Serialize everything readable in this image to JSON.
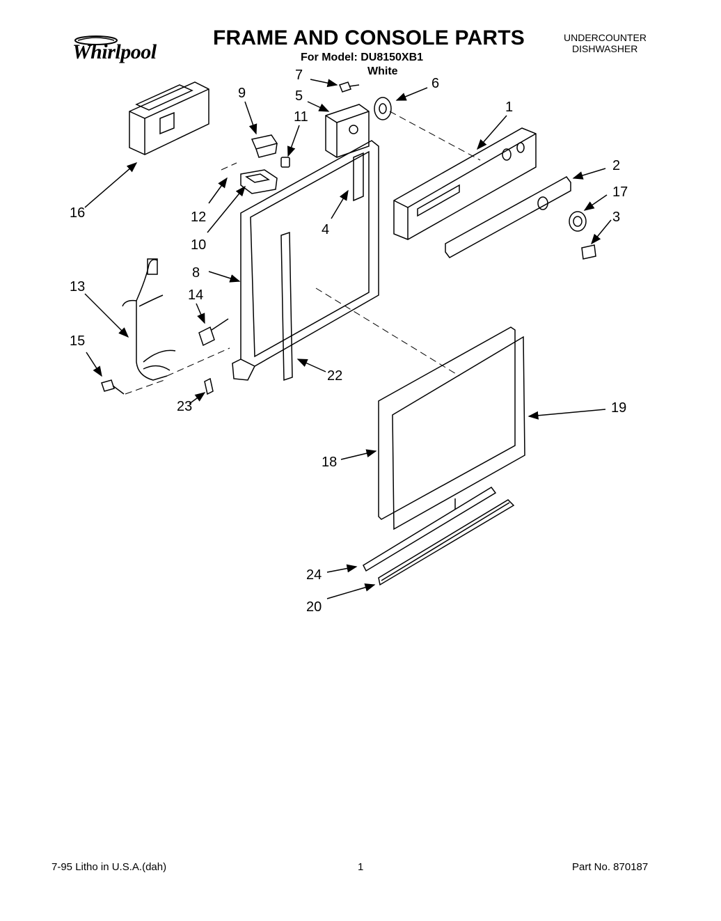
{
  "header": {
    "brand": "Whirlpool",
    "title": "FRAME AND CONSOLE PARTS",
    "model_line": "For Model: DU8150XB1",
    "color": "White",
    "category_line1": "UNDERCOUNTER",
    "category_line2": "DISHWASHER"
  },
  "callouts": [
    "1",
    "2",
    "3",
    "4",
    "5",
    "6",
    "7",
    "8",
    "9",
    "10",
    "11",
    "12",
    "13",
    "14",
    "15",
    "16",
    "17",
    "18",
    "19",
    "20",
    "22",
    "23",
    "24"
  ],
  "footer": {
    "date_litho": "7-95  Litho in U.S.A.(dah)",
    "page_number": "1",
    "part_number": "Part No. 870187"
  }
}
